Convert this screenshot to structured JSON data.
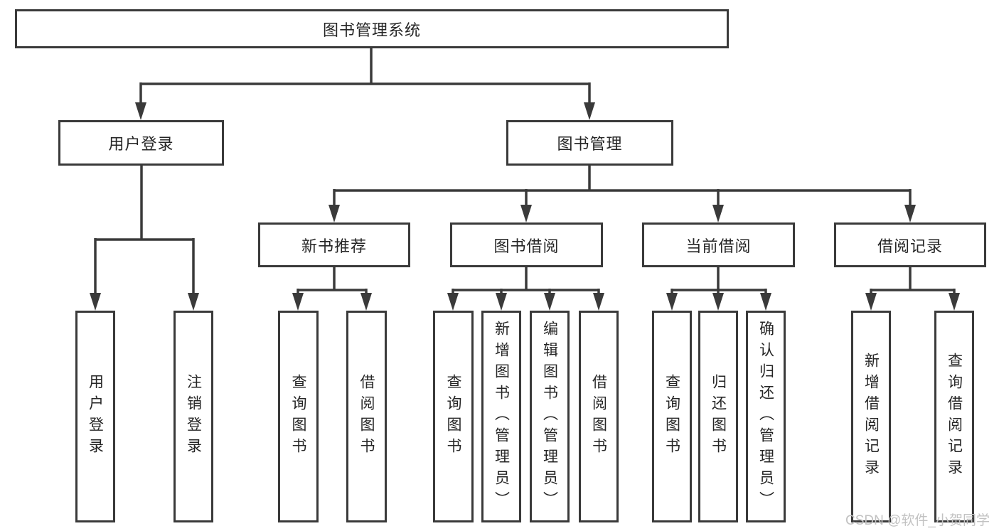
{
  "colors": {
    "line": "#3a3a3a",
    "text": "#262626",
    "background": "#ffffff",
    "watermark": "#c2c2c2"
  },
  "watermark": {
    "text": "CSDN @软件_小贺同学"
  },
  "diagram": {
    "type": "tree",
    "root": {
      "label": "图书管理系统"
    },
    "level2": [
      {
        "label": "用户登录"
      },
      {
        "label": "图书管理"
      }
    ],
    "level3": [
      {
        "label": "新书推荐"
      },
      {
        "label": "图书借阅"
      },
      {
        "label": "当前借阅"
      },
      {
        "label": "借阅记录"
      }
    ],
    "leaves": {
      "user_login": [
        "用户登录",
        "注销登录"
      ],
      "new_book_recommend": [
        "查询图书",
        "借阅图书"
      ],
      "book_borrow": [
        "查询图书",
        "新增图书（管理员）",
        "编辑图书（管理员）",
        "借阅图书"
      ],
      "current_borrow": [
        "查询图书",
        "归还图书",
        "确认归还（管理员）"
      ],
      "borrow_records": [
        "新增借阅记录",
        "查询借阅记录"
      ]
    }
  }
}
